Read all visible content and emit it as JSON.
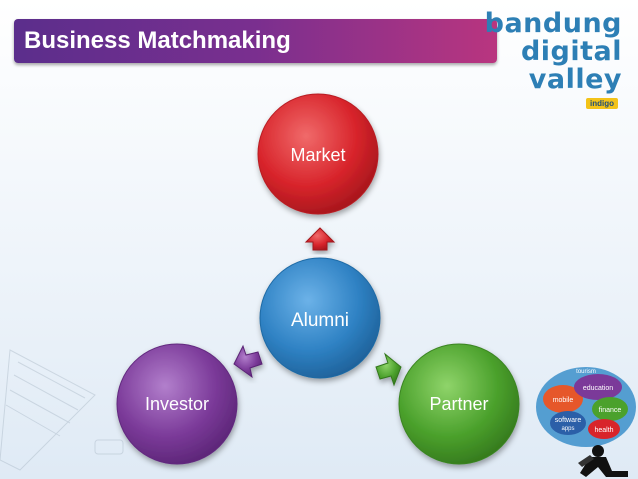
{
  "slide": {
    "title": "Business Matchmaking"
  },
  "logo": {
    "line1": "bandung",
    "line2": "digital",
    "line3": "valley",
    "tag": "indigo"
  },
  "diagram": {
    "center": "Alumni",
    "nodes": {
      "top": "Market",
      "left": "Investor",
      "right": "Partner"
    }
  },
  "colors": {
    "title_bar": "#6a2f8e",
    "center_node": "#2f82c4",
    "market_node": "#d8242b",
    "investor_node": "#7b3a99",
    "partner_node": "#4ba12c"
  },
  "decoration": {
    "right_bubbles": [
      "mobile",
      "education",
      "tourism",
      "software",
      "apps",
      "finance",
      "health"
    ]
  }
}
